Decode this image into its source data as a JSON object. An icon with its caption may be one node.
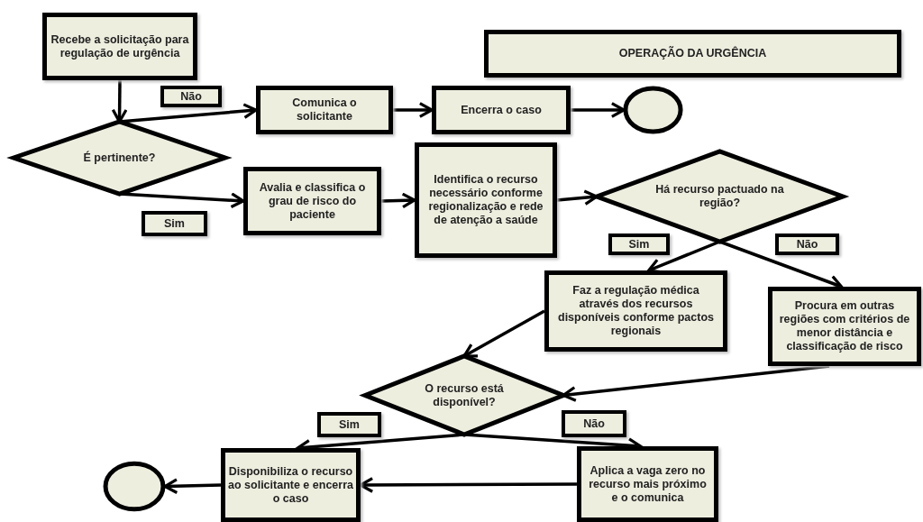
{
  "diagram": {
    "nodes": [
      {
        "text": [
          "Recebe a solicitação para regulação de urgência"
        ]
      },
      {
        "text": [
          "Não"
        ]
      },
      {
        "text": [
          "OPERAÇÃO DA URGÊNCIA"
        ]
      },
      {
        "text": [
          "Comunica o solicitante"
        ]
      },
      {
        "text": [
          "Encerra o caso"
        ]
      },
      {
        "text": [],
        "shape": "circle"
      },
      {
        "text": [
          "É pertinente?"
        ]
      },
      {
        "text": [
          "Avalia e classifica o grau de risco do paciente"
        ]
      },
      {
        "text": [
          "Sim"
        ]
      },
      {
        "text": [
          "Identifica o recurso necessário conforme regionalização e rede de atenção a saúde"
        ]
      },
      {
        "text": [
          "Há recurso pactuado na região?"
        ]
      },
      {
        "text": [
          "Sim"
        ]
      },
      {
        "text": [
          "Não"
        ]
      },
      {
        "text": [
          "Faz a regulação médica através dos recursos disponíveis conforme pactos regionais"
        ]
      },
      {
        "text": [
          "Procura em outras regiões com critérios de menor distância e classificação de risco"
        ]
      },
      {
        "text": [
          "O recurso está disponível?"
        ]
      },
      {
        "text": [
          "Sim"
        ]
      },
      {
        "text": [
          "Não"
        ]
      },
      {
        "text": [
          "Disponibiliza o recurso ao solicitante e encerra o caso"
        ]
      },
      {
        "text": [
          "Aplica a vaga zero no recurso mais próximo e o comunica"
        ]
      },
      {
        "text": [],
        "shape": "circle"
      }
    ],
    "edges": [
      {
        "from": 0,
        "to": 6,
        "arrow": "to"
      },
      {
        "from": 6,
        "to": 3,
        "arrow": "to"
      },
      {
        "from": 3,
        "to": 4,
        "arrow": "to"
      },
      {
        "from": 4,
        "to": 5,
        "arrow": "to"
      },
      {
        "from": 6,
        "to": 7,
        "arrow": "to"
      },
      {
        "from": 7,
        "to": 9,
        "arrow": "to"
      },
      {
        "from": 9,
        "to": 10,
        "arrow": "to"
      },
      {
        "from": 10,
        "to": 13,
        "arrow": "to"
      },
      {
        "from": 10,
        "to": 14,
        "arrow": "to"
      },
      {
        "from": 13,
        "to": 15,
        "arrow": "to"
      },
      {
        "from": 14,
        "to": 15,
        "arrow": "to"
      },
      {
        "from": 15,
        "to": 18,
        "arrow": "to"
      },
      {
        "from": 15,
        "to": 19,
        "arrow": "to"
      },
      {
        "from": 19,
        "to": 18,
        "arrow": "to"
      },
      {
        "from": 18,
        "to": 20,
        "arrow": "to"
      }
    ]
  }
}
